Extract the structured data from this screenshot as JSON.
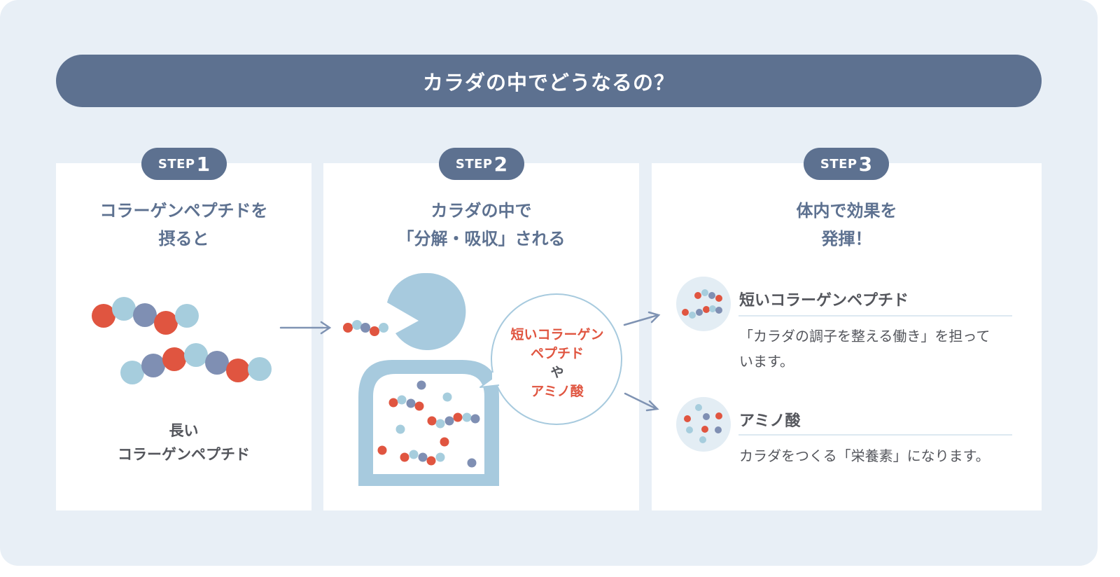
{
  "banner_title": "カラダの中でどうなるの？",
  "steps": [
    {
      "word": "STEP",
      "number": "1",
      "title_lines": [
        "コラーゲンペプチドを",
        "摂ると"
      ],
      "label_lines": [
        "長い",
        "コラーゲンペプチド"
      ]
    },
    {
      "word": "STEP",
      "number": "2",
      "title_lines": [
        "カラダの中で",
        "「分解・吸収」される"
      ],
      "bubble_lines": [
        "短いコラーゲン",
        "ペプチド",
        "や",
        "アミノ酸"
      ]
    },
    {
      "word": "STEP",
      "number": "3",
      "title_lines": [
        "体内で効果を",
        "発揮！"
      ],
      "items": [
        {
          "icon": "short-peptide-icon",
          "title": "短いコラーゲンペプチド",
          "desc_lines": [
            "「カラダの調子を整える働き」を担って",
            "います。"
          ]
        },
        {
          "icon": "amino-acid-icon",
          "title": "アミノ酸",
          "desc_lines": [
            "カラダをつくる「栄養素」になります。"
          ]
        }
      ]
    }
  ],
  "colors": {
    "background": "#e8eff6",
    "banner": "#5d7190",
    "panel": "#ffffff",
    "red": "#e05540",
    "light_blue": "#a6cddd",
    "slate_blue": "#7f8fb3",
    "body_silhouette": "#a7cade",
    "icon_circle": "#e3edf4",
    "arrow": "#7f93b3",
    "text_dark": "#54565c"
  }
}
